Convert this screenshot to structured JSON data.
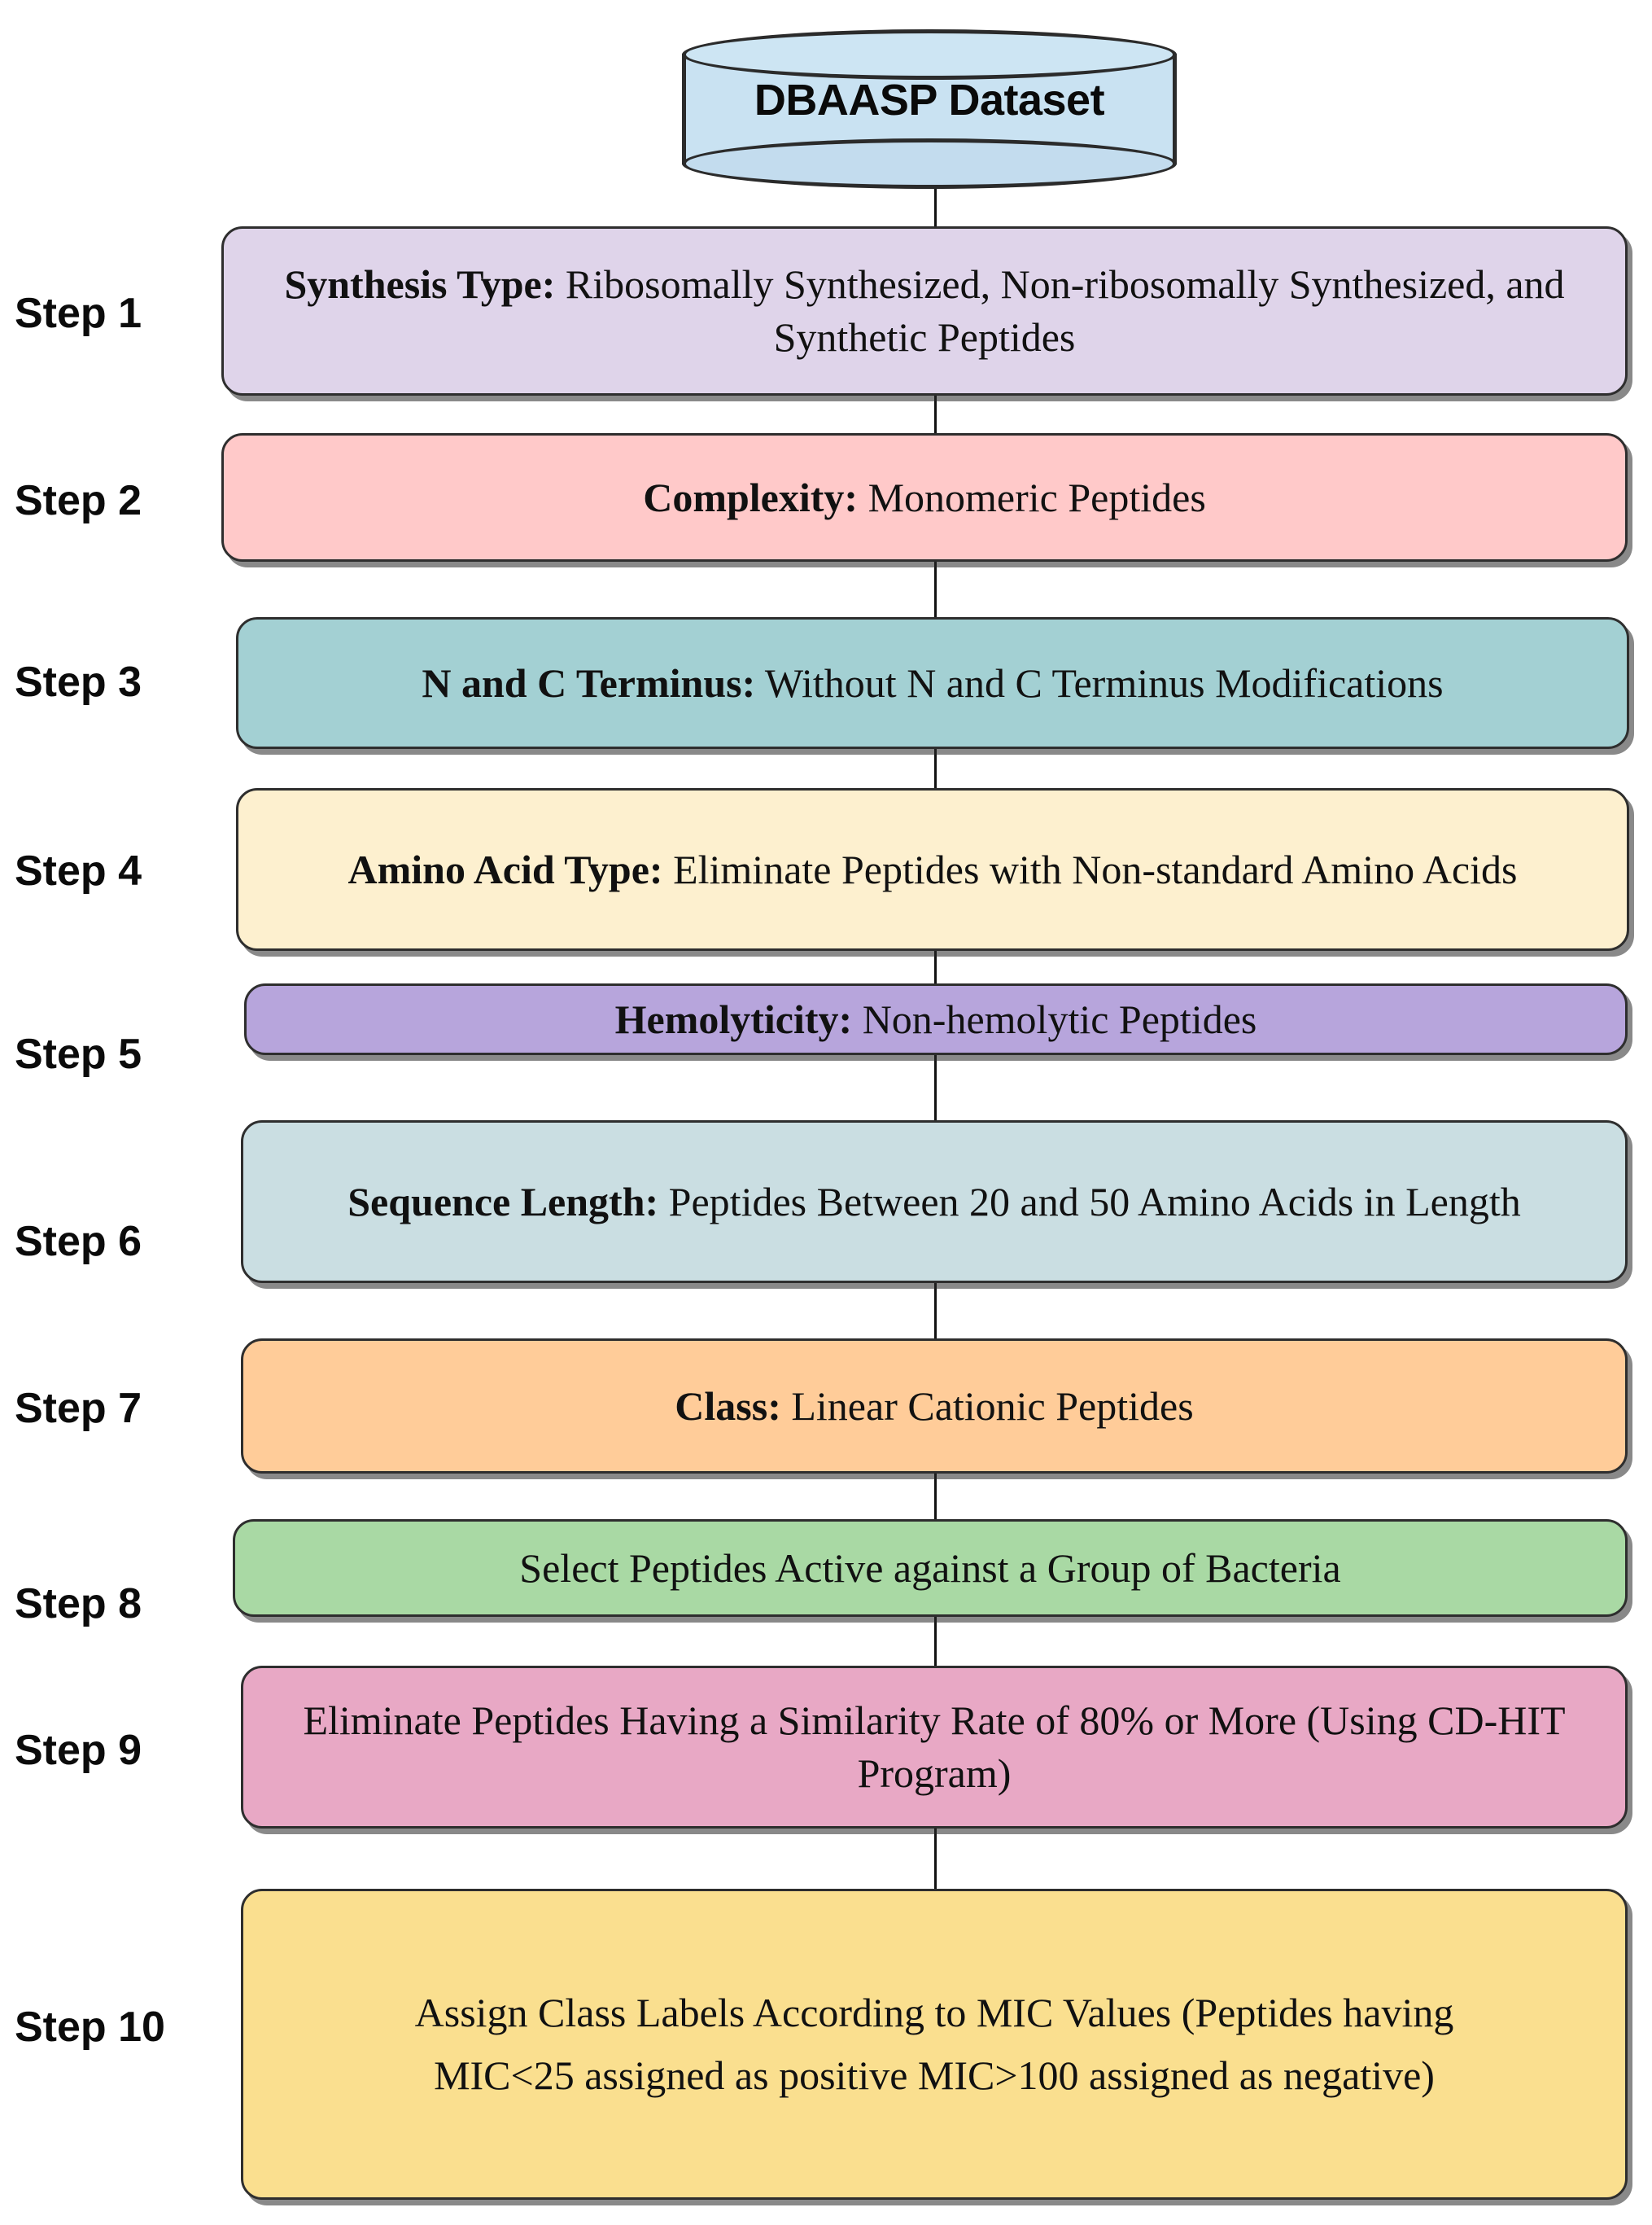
{
  "diagram": {
    "title": "Dataset construction pipeline flowchart",
    "source_node": {
      "shape": "cylinder",
      "label": "DBAASP Dataset",
      "fill": "#c9e2f2"
    },
    "steps": [
      {
        "step_label": "Step 1",
        "bold_prefix": "Synthesis Type:",
        "rest": " Ribosomally Synthesized, Non-ribosomally Synthesized, and Synthetic Peptides",
        "full_text": "Synthesis Type: Ribosomally Synthesized, Non-ribosomally Synthesized, and Synthetic Peptides",
        "fill": "#dfd4ea"
      },
      {
        "step_label": "Step 2",
        "bold_prefix": "Complexity:",
        "rest": " Monomeric Peptides",
        "full_text": "Complexity: Monomeric Peptides",
        "fill": "#ffc9c9"
      },
      {
        "step_label": "Step 3",
        "bold_prefix": "N and C Terminus:",
        "rest": " Without N and C Terminus Modifications",
        "full_text": "N and C Terminus: Without N and C Terminus Modifications",
        "fill": "#a3d0d3"
      },
      {
        "step_label": "Step 4",
        "bold_prefix": "Amino Acid Type:",
        "rest": "  Eliminate Peptides with Non-standard Amino Acids",
        "full_text": "Amino Acid Type:  Eliminate Peptides with Non-standard Amino Acids",
        "fill": "#fdf0cf"
      },
      {
        "step_label": "Step 5",
        "bold_prefix": "Hemolyticity:",
        "rest": " Non-hemolytic Peptides",
        "full_text": "Hemolyticity: Non-hemolytic Peptides",
        "fill": "#b7a5dc"
      },
      {
        "step_label": "Step 6",
        "bold_prefix": "Sequence Length:",
        "rest": " Peptides Between 20 and 50 Amino Acids in Length",
        "full_text": "Sequence Length: Peptides Between 20 and 50 Amino Acids in Length",
        "fill": "#cadee2"
      },
      {
        "step_label": "Step 7",
        "bold_prefix": "Class:",
        "rest": " Linear Cationic Peptides",
        "full_text": "Class: Linear Cationic Peptides",
        "fill": "#ffcc99"
      },
      {
        "step_label": "Step 8",
        "bold_prefix": "",
        "rest": "Select Peptides Active against a Group of Bacteria",
        "full_text": "Select Peptides Active against a Group of Bacteria",
        "fill": "#a9d9a4"
      },
      {
        "step_label": "Step 9",
        "bold_prefix": "",
        "rest": "Eliminate Peptides Having a Similarity Rate of 80% or More (Using CD-HIT Program)",
        "full_text": "Eliminate Peptides Having a Similarity Rate of 80% or More (Using CD-HIT Program)",
        "fill": "#e8a8c5"
      },
      {
        "step_label": "Step 10",
        "bold_prefix": "",
        "rest": "Assign Class Labels According to MIC Values (Peptides having MIC<25 assigned as positive MIC>100 assigned as negative)",
        "full_text": "Assign Class Labels According to MIC Values (Peptides having MIC<25 assigned as positive MIC>100 assigned as negative)",
        "fill": "#fadf8f"
      }
    ]
  }
}
